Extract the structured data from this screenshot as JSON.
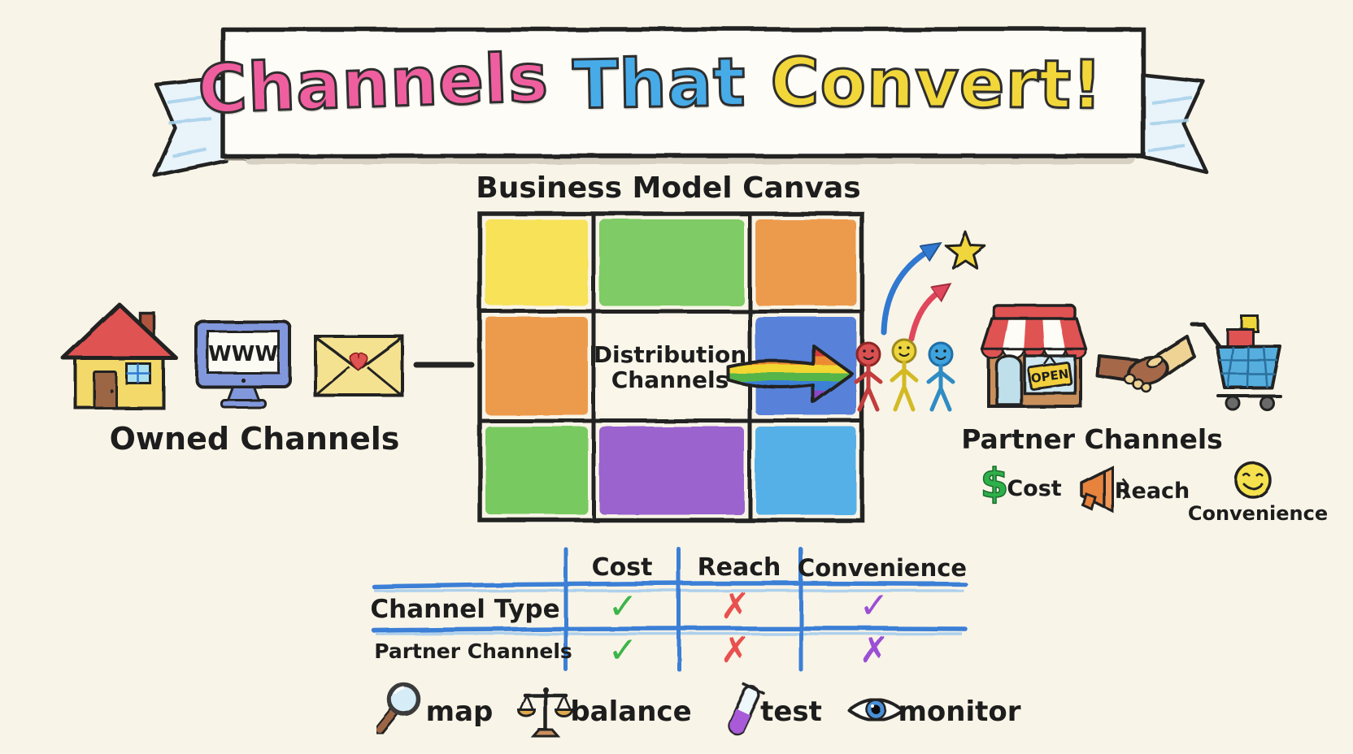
{
  "title_banner": {
    "words": [
      {
        "text": "Channels",
        "color": "#ef5f9f"
      },
      {
        "text": "That",
        "color": "#47abe8"
      },
      {
        "text": "Convert!",
        "color": "#f2d73b"
      }
    ]
  },
  "bmc": {
    "title": "Business Model Canvas",
    "center_label": [
      "Distribution",
      "Channels"
    ],
    "cell_colors": [
      [
        "#f6e04c",
        "#74c75a",
        "#ea9340"
      ],
      [
        "#ea9340",
        "#faf6ea",
        "#4b78d8"
      ],
      [
        "#6dc456",
        "#9156cc",
        "#46a9e8"
      ]
    ]
  },
  "owned_channels": {
    "label": "Owned Channels",
    "icons": [
      "house-icon",
      "monitor-icon",
      "envelope-icon"
    ],
    "monitor_screen_text": "WWW"
  },
  "audience": {
    "icons": [
      "person-red",
      "person-yellow",
      "person-blue",
      "star-icon"
    ],
    "arrow_colors": {
      "rainbow": "multi",
      "growth_blue": "#3178d0",
      "growth_red": "#e0475c"
    }
  },
  "partner_channels": {
    "label": "Partner Channels",
    "icons": [
      "store-icon",
      "handshake-icon",
      "cart-icon"
    ],
    "store_sign_text": "OPEN",
    "criteria": [
      {
        "icon": "dollar-icon",
        "glyph": "$",
        "label": "Cost"
      },
      {
        "icon": "megaphone-icon",
        "label": "Reach"
      },
      {
        "icon": "smiley-icon",
        "label": "Convenience"
      }
    ]
  },
  "comparison_table": {
    "line_color": "#3b7fd6",
    "headers": [
      "Cost",
      "Reach",
      "Convenience"
    ],
    "rows": [
      {
        "label": "Channel Type",
        "marks": [
          {
            "symbol": "✓",
            "color": "#3cb54a"
          },
          {
            "symbol": "✗",
            "color": "#e8514e"
          },
          {
            "symbol": "✓",
            "color": "#9b4fd4"
          }
        ]
      },
      {
        "label": "Partner Channels",
        "marks": [
          {
            "symbol": "✓",
            "color": "#3cb54a"
          },
          {
            "symbol": "✗",
            "color": "#e8514e"
          },
          {
            "symbol": "✗",
            "color": "#9b4fd4"
          }
        ]
      }
    ]
  },
  "process_steps": [
    {
      "icon": "magnifier-icon",
      "label": "map"
    },
    {
      "icon": "scales-icon",
      "label": "balance"
    },
    {
      "icon": "test-tube-icon",
      "label": "test"
    },
    {
      "icon": "eye-icon",
      "label": "monitor"
    }
  ],
  "background_color": "#f8f4e7"
}
